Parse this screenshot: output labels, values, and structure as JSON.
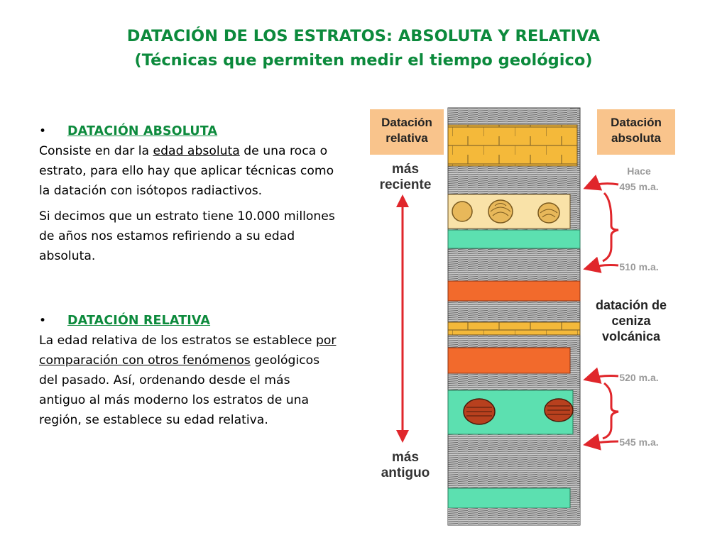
{
  "title": {
    "line1": "DATACIÓN DE LOS ESTRATOS: ABSOLUTA Y RELATIVA",
    "line2": "(Técnicas que permiten medir el tiempo geológico)"
  },
  "bullet_symbol": "•",
  "absoluta": {
    "heading": "DATACIÓN ABSOLUTA",
    "p1_a": "Consiste en dar la ",
    "p1_u": "edad absoluta",
    "p1_b": " de una roca o estrato, para ello hay que aplicar técnicas como la datación con isótopos radiactivos.",
    "p2": "Si decimos que un estrato tiene 10.000 millones de años nos estamos refiriendo a su edad absoluta."
  },
  "relativa": {
    "heading": "DATACIÓN RELATIVA",
    "p1_a": "La edad relativa de los estratos se establece ",
    "p1_u": "por comparación con otros fenómenos",
    "p1_b": " geológicos del pasado. Así, ordenando desde el más antiguo al más moderno los estratos de una región, se establece su edad relativa."
  },
  "diagram": {
    "box_relativa": [
      "Datación",
      "relativa"
    ],
    "box_absoluta": [
      "Datación",
      "absoluta"
    ],
    "top_label": [
      "más",
      "reciente"
    ],
    "bottom_label": [
      "más",
      "antiguo"
    ],
    "hace": "Hace",
    "ages": [
      "495 m.a.",
      "510 m.a.",
      "520 m.a.",
      "545 m.a."
    ],
    "ceniza": [
      "datación de",
      "ceniza",
      "volcánica"
    ],
    "colors": {
      "title_green": "#0c8a3c",
      "box_orange": "#f9c48c",
      "arrow_red": "#e0262b",
      "yellow_brick": "#f4b93a",
      "teal": "#5ce0b0",
      "ash_orange": "#f26a2c",
      "shale_gray": "#8a8a8a",
      "age_gray": "#9a9a9a"
    }
  }
}
